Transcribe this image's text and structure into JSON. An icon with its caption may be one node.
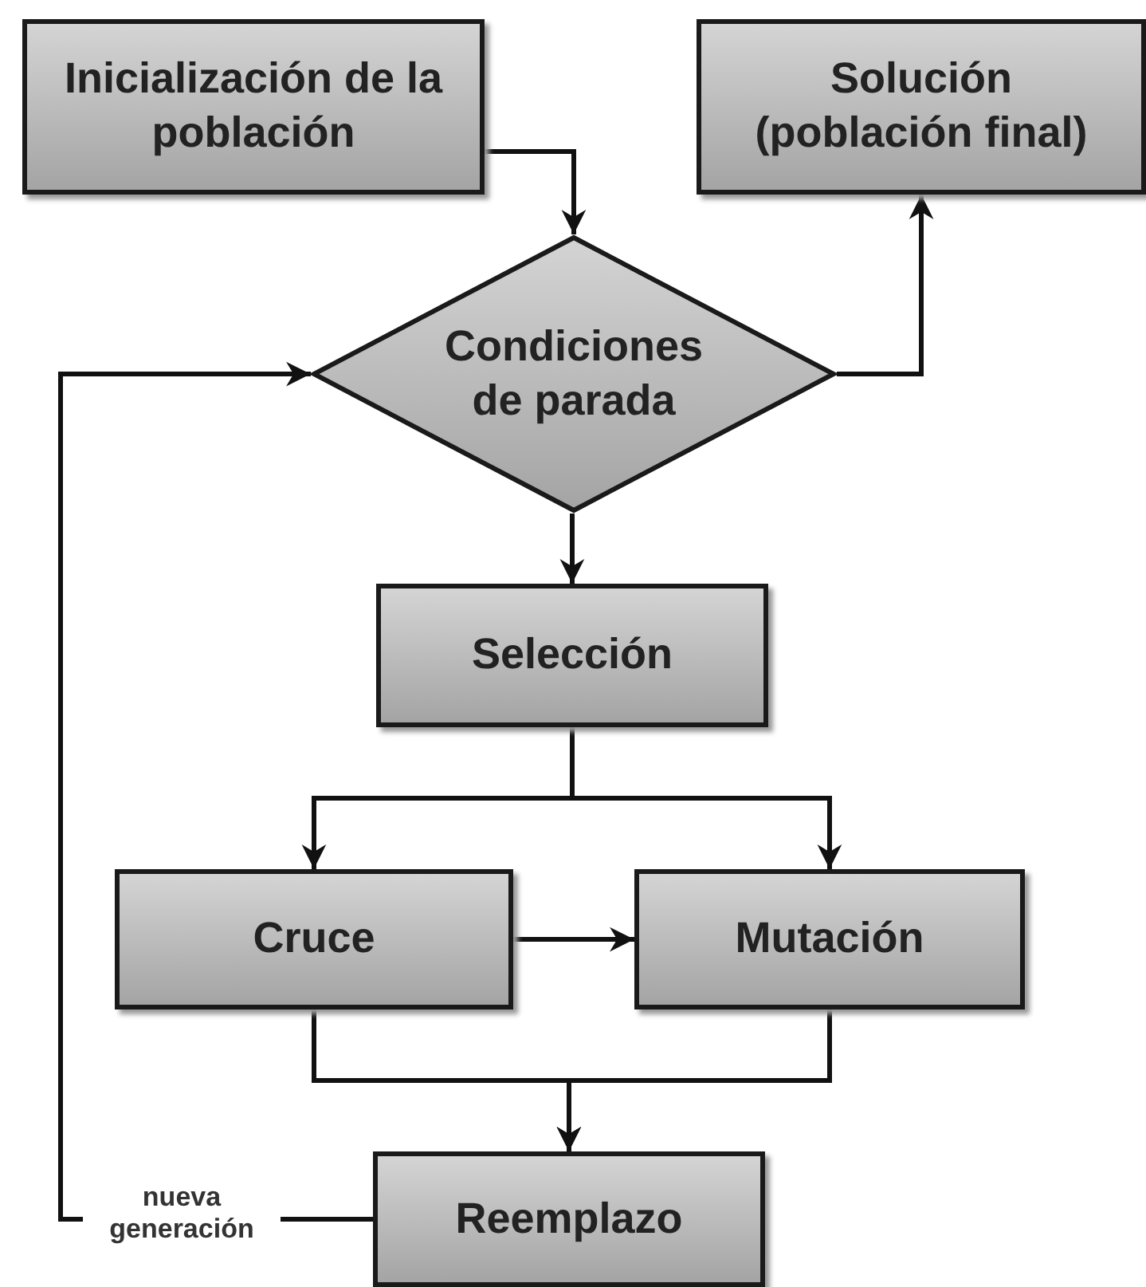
{
  "diagram": {
    "nodes": [
      {
        "text": [
          "Inicialización de la población"
        ]
      },
      {
        "text": [
          "Solución (población final)"
        ]
      },
      {
        "text": [
          "Condiciones de parada"
        ]
      },
      {
        "text": [
          "Selección"
        ]
      },
      {
        "text": [
          "Cruce"
        ]
      },
      {
        "text": [
          "Mutación"
        ]
      },
      {
        "text": [
          "Reemplazo"
        ]
      }
    ],
    "edges": [
      {
        "from": 0,
        "to": 2,
        "arrow": "to"
      },
      {
        "from": 2,
        "to": 1,
        "arrow": "to"
      },
      {
        "from": 2,
        "to": 3,
        "arrow": "to"
      },
      {
        "from": 3,
        "to": 4,
        "arrow": "to"
      },
      {
        "from": 3,
        "to": 5,
        "arrow": "to"
      },
      {
        "from": 4,
        "to": 5,
        "arrow": "to"
      },
      {
        "from": 4,
        "to": 6,
        "arrow": "to"
      },
      {
        "from": 5,
        "to": 6,
        "arrow": "to"
      },
      {
        "from": 6,
        "to": 2,
        "arrow": "to",
        "label": "nueva generación"
      }
    ]
  }
}
